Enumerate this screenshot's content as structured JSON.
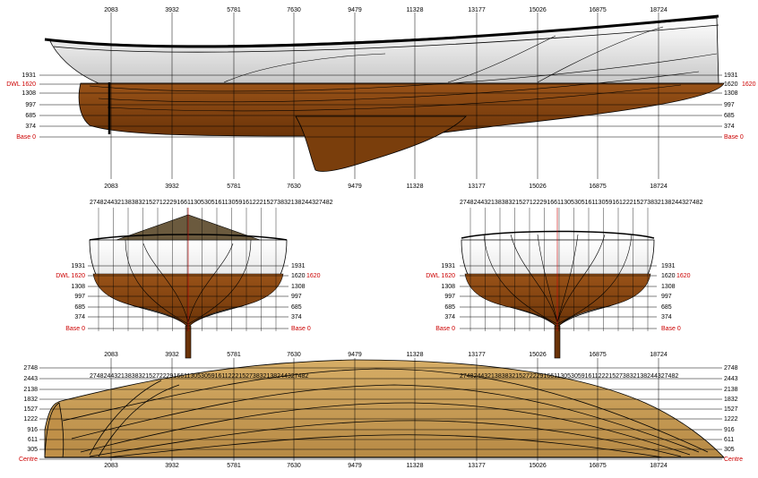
{
  "colors": {
    "accent_red": "#cc0000",
    "hull_brown": "#7a3e0c",
    "deck_tan": "#c89a52",
    "grid": "#000000"
  },
  "station_labels": [
    "2083",
    "3932",
    "5781",
    "7630",
    "9479",
    "11328",
    "13177",
    "15026",
    "16875",
    "18724"
  ],
  "profile": {
    "waterline_labels": [
      "1931",
      "DWL 1620",
      "1308",
      "997",
      "685",
      "374",
      "Base 0"
    ],
    "right_waterline_labels": [
      "1931",
      "1620",
      "1308",
      "997",
      "685",
      "374",
      "Base 0"
    ],
    "right_dwl_overlap": "1620"
  },
  "body_plan": {
    "waterline_labels": [
      "1931",
      "DWL 1620",
      "1308",
      "997",
      "685",
      "374",
      "Base 0"
    ],
    "right_waterline_labels": [
      "1931",
      "1620",
      "1308",
      "997",
      "685",
      "374",
      "Base 0"
    ],
    "right_dwl_overlap": "1620",
    "buttock_header": "2748244321383832152712229166113053051611305916122215273832138244327482"
  },
  "plan": {
    "buttock_labels": [
      "2748",
      "2443",
      "2138",
      "1832",
      "1527",
      "1222",
      "916",
      "611",
      "305",
      "Centre"
    ],
    "right_buttock_labels": [
      "2748",
      "2443",
      "2138",
      "1832",
      "1527",
      "1222",
      "916",
      "611",
      "305",
      "Centre"
    ],
    "buttock_header": "274824432138383215272229166113053059161122215273832138244327482"
  }
}
